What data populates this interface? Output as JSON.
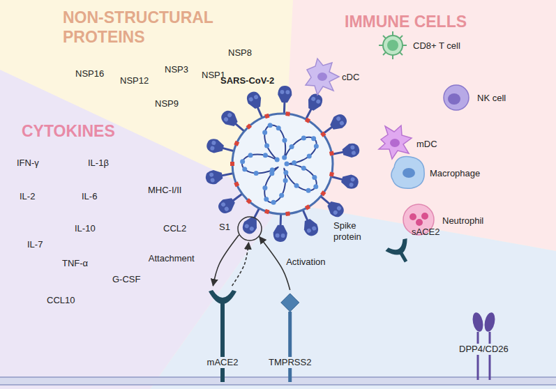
{
  "diagram": {
    "nodes": [
      {
        "text": [
          "S1"
        ]
      },
      {
        "text": [
          "mACE2"
        ]
      },
      {
        "text": [
          "TMPRSS2"
        ]
      }
    ],
    "edges": [
      {
        "from": 0,
        "to": 1,
        "label": "Attachment",
        "arrow": "to"
      },
      {
        "from": 1,
        "to": 0,
        "arrow": "to"
      },
      {
        "from": 2,
        "to": 0,
        "label": "Activation",
        "arrow": "to"
      }
    ],
    "labels": [
      "NON-STRUCTURAL PROTEINS",
      "NSP8",
      "NSP3",
      "NSP1",
      "NSP16",
      "NSP12",
      "NSP9",
      "IMMUNE CELLS",
      "cDC",
      "CD8+ T cell",
      "NK cell",
      "mDC",
      "Macrophage",
      "Neutrophil",
      "CYTOKINES",
      "IFN-γ",
      "IL-1β",
      "IL-2",
      "IL-6",
      "MHC-I/II",
      "IL-10",
      "CCL2",
      "IL-7",
      "TNF-α",
      "G-CSF",
      "CCL10",
      "SARS-CoV-2",
      "Spike protein",
      "sACE2",
      "DPP4/CD26"
    ]
  }
}
